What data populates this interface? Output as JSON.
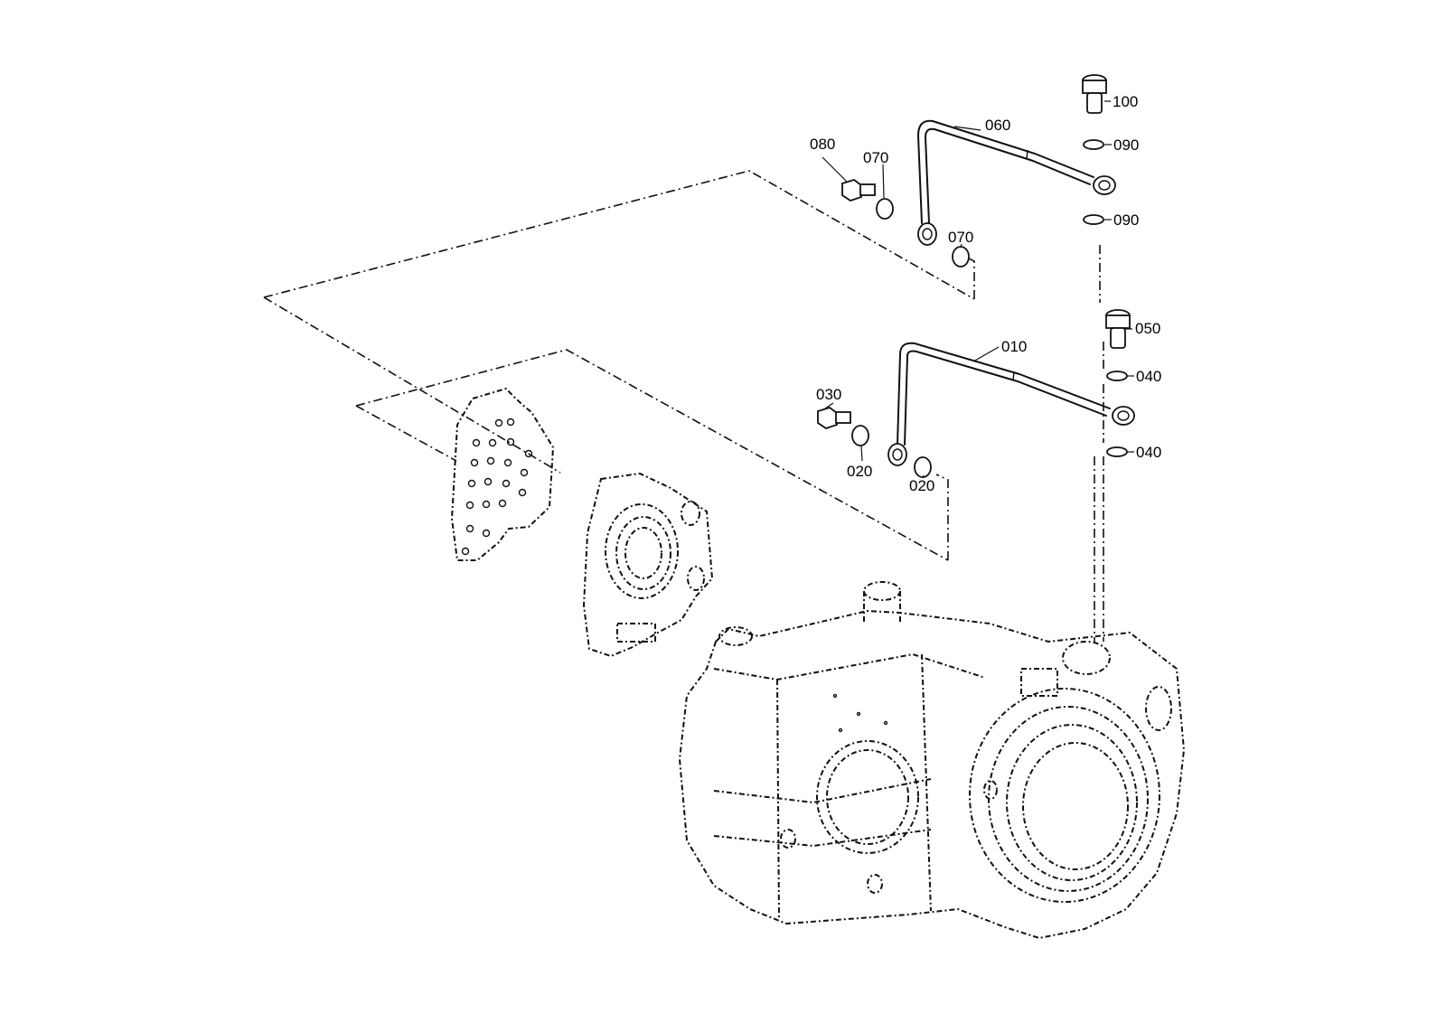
{
  "callouts": {
    "c100": "100",
    "c090a": "090",
    "c090b": "090",
    "c060": "060",
    "c080": "080",
    "c070a": "070",
    "c070b": "070",
    "c050": "050",
    "c040a": "040",
    "c040b": "040",
    "c010": "010",
    "c030": "030",
    "c020a": "020",
    "c020b": "020"
  }
}
